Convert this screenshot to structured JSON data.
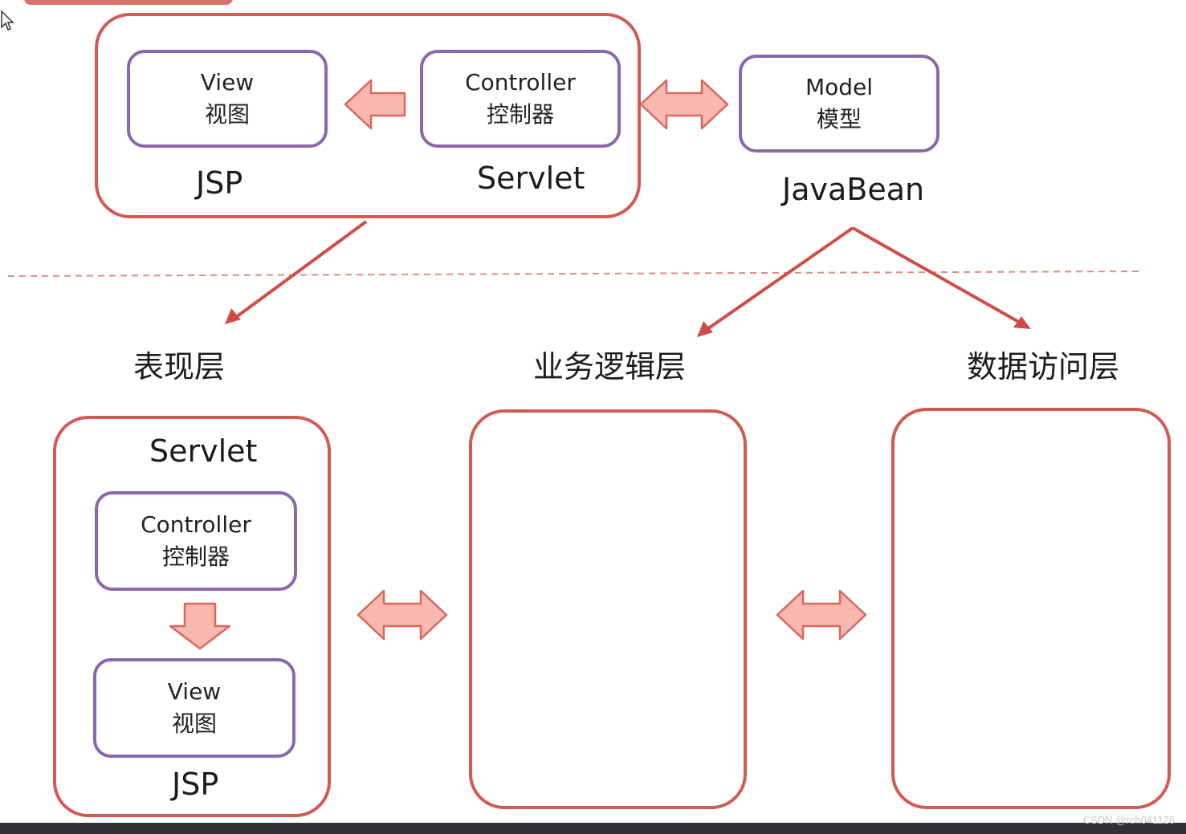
{
  "mvc": {
    "view": {
      "en": "View",
      "zh": "视图"
    },
    "controller": {
      "en": "Controller",
      "zh": "控制器"
    },
    "model": {
      "en": "Model",
      "zh": "模型"
    },
    "jsp_label": "JSP",
    "servlet_label": "Servlet",
    "javabean_label": "JavaBean"
  },
  "layers": {
    "presentation": "表现层",
    "business": "业务逻辑层",
    "data_access": "数据访问层"
  },
  "presentation_box": {
    "servlet_label": "Servlet",
    "controller": {
      "en": "Controller",
      "zh": "控制器"
    },
    "view": {
      "en": "View",
      "zh": "视图"
    },
    "jsp_label": "JSP"
  },
  "watermark": "CSDN @rch041126",
  "colors": {
    "red_border": "#d25a52",
    "purple_border": "#8a67ad",
    "arrow_fill": "#f8b8b0",
    "arrow_stroke": "#d9675e"
  }
}
